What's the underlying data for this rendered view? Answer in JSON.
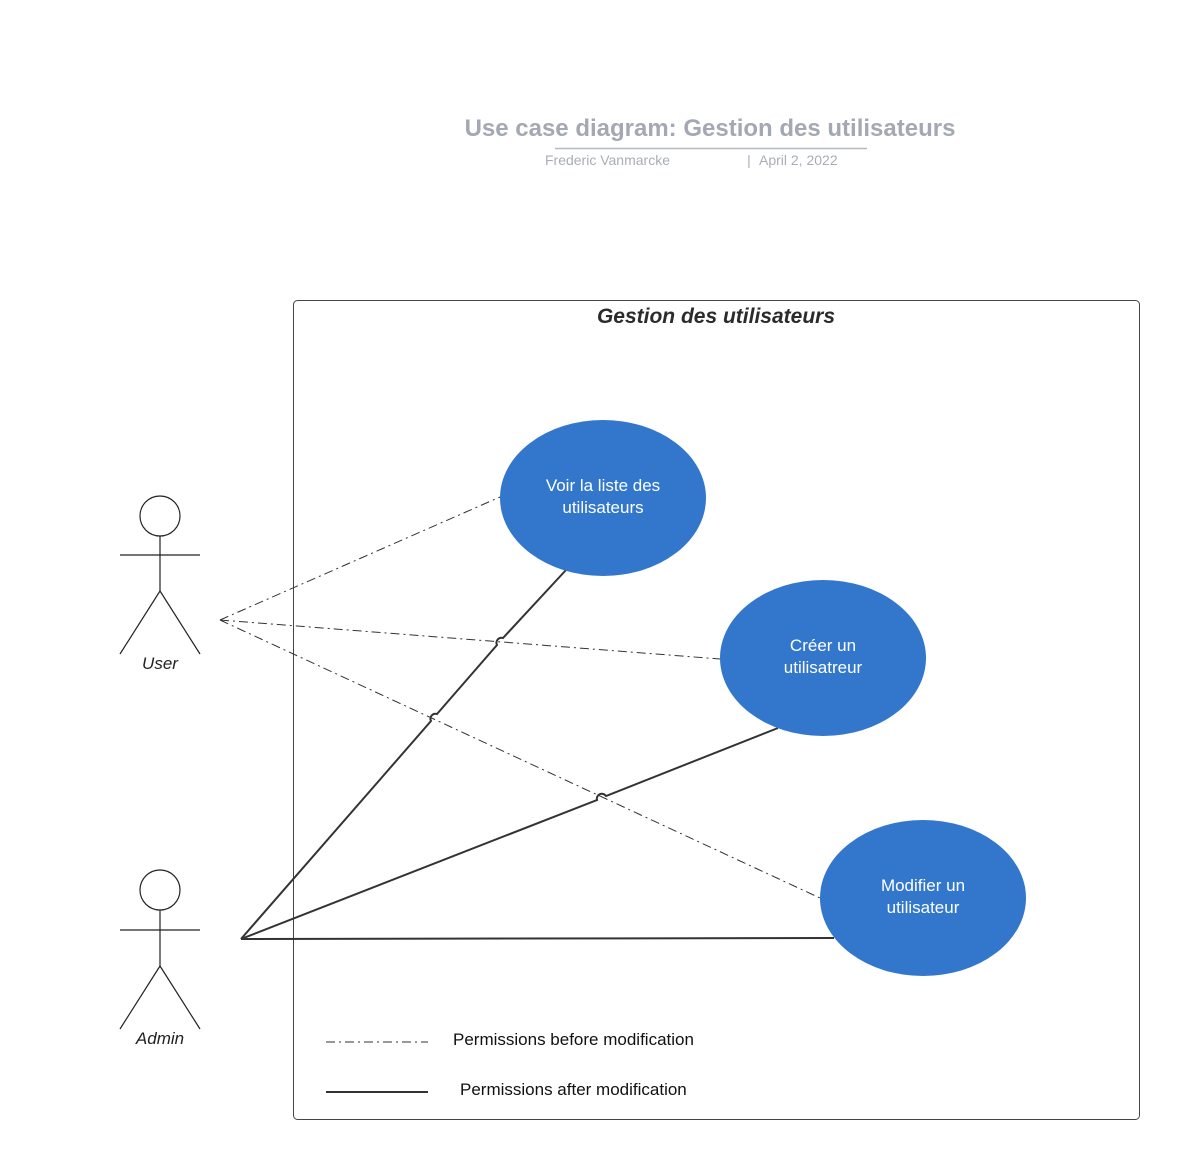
{
  "header": {
    "title": "Use case diagram: Gestion des utilisateurs",
    "author": "Frederic Vanmarcke",
    "separator": "|",
    "date": "April 2, 2022"
  },
  "system": {
    "title": "Gestion des utilisateurs"
  },
  "actors": {
    "user": "User",
    "admin": "Admin"
  },
  "use_cases": {
    "voir_liste": [
      "Voir la liste des",
      "utilisateurs"
    ],
    "creer": [
      "Créer un",
      "utilisatreur"
    ],
    "modifier": [
      "Modifier un",
      "utilisateur"
    ]
  },
  "legend": {
    "before": "Permissions before modification",
    "after": "Permissions after modification"
  },
  "colors": {
    "use_case_fill": "#3277cc",
    "title_gray": "#a3a8b2"
  }
}
